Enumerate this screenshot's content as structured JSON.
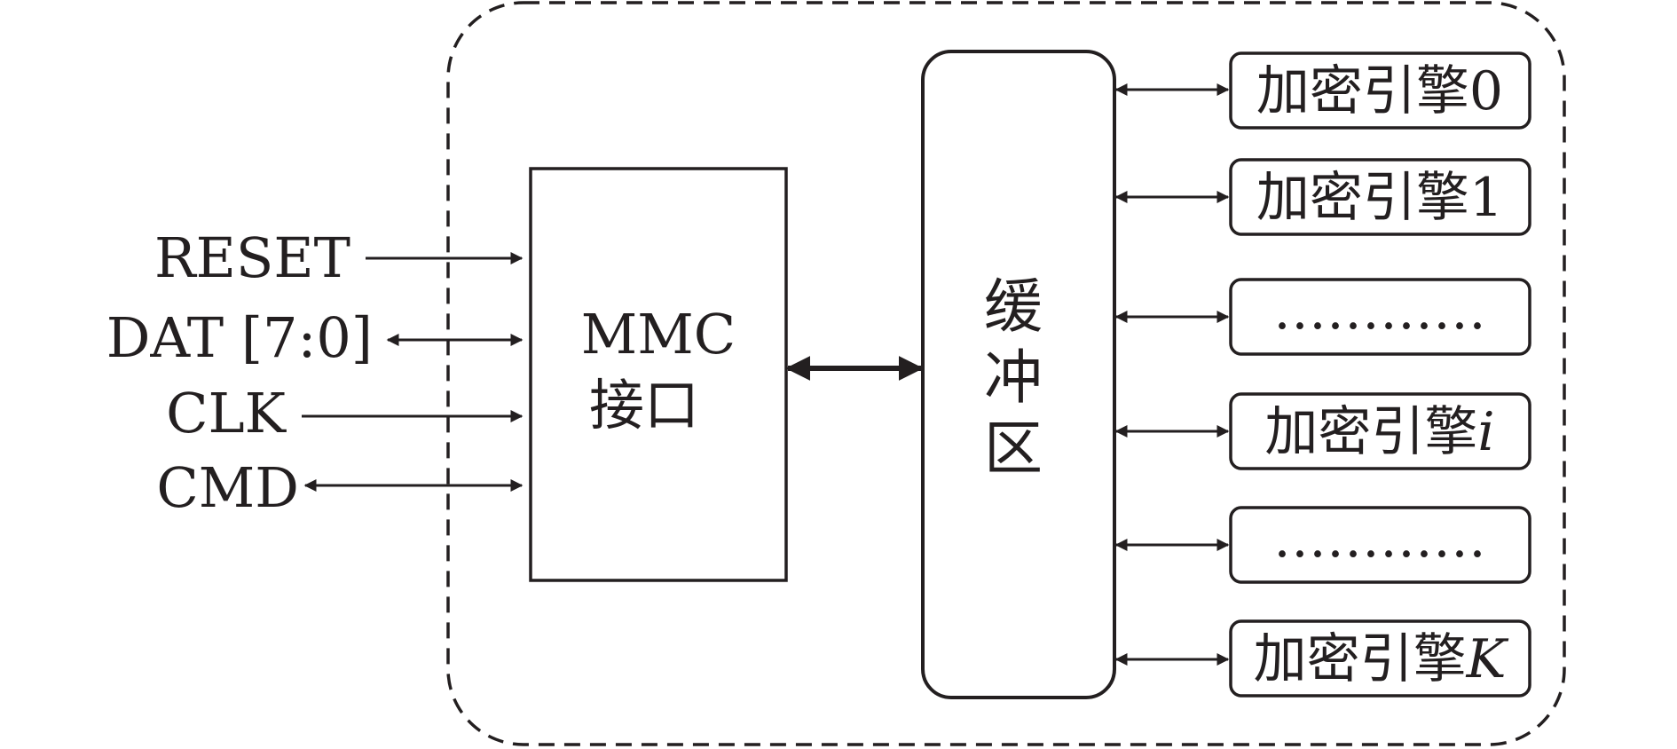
{
  "signals": [
    {
      "label": "RESET",
      "direction": "in"
    },
    {
      "label": "DAT [7:0]",
      "direction": "bidirectional"
    },
    {
      "label": "CLK",
      "direction": "in"
    },
    {
      "label": "CMD",
      "direction": "bidirectional"
    }
  ],
  "mmc_block": {
    "line1": "MMC",
    "line2": "接口"
  },
  "buffer_block": {
    "chars": [
      "缓",
      "冲",
      "区"
    ]
  },
  "engines": [
    {
      "label": "加密引擎",
      "suffix": "0",
      "suffix_italic": false
    },
    {
      "label": "加密引擎",
      "suffix": "1",
      "suffix_italic": false
    },
    {
      "label": "…………",
      "suffix": "",
      "suffix_italic": false
    },
    {
      "label": "加密引擎",
      "suffix": "i",
      "suffix_italic": true
    },
    {
      "label": "…………",
      "suffix": "",
      "suffix_italic": false
    },
    {
      "label": "加密引擎",
      "suffix": "K",
      "suffix_italic": true
    }
  ]
}
